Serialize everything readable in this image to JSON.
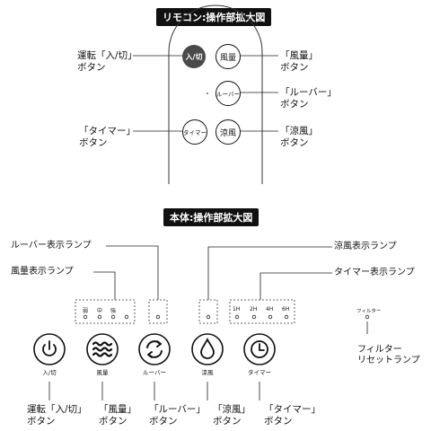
{
  "remote": {
    "header": "リモコン:操作部拡大図",
    "buttons": {
      "power": "入/切",
      "fan": "風量",
      "louver": "ルーバー",
      "timer": "タイマー",
      "cool": "涼風"
    },
    "callouts": {
      "power": [
        "運転「入/切」",
        "ボタン"
      ],
      "fan": [
        "「風量」",
        "ボタン"
      ],
      "louver": [
        "「ルーバー」",
        "ボタン"
      ],
      "timer": [
        "「タイマー」",
        "ボタン"
      ],
      "cool": [
        "「涼風」",
        "ボタン"
      ]
    }
  },
  "body": {
    "header": "本体:操作部拡大図",
    "lamp_labels": {
      "louver": "ルーバー表示ランプ",
      "fan": "風量表示ランプ",
      "cool": "涼風表示ランプ",
      "timer": "タイマー表示ランプ",
      "filter": [
        "フィルター",
        "リセットランプ"
      ]
    },
    "fan_levels": [
      "弱",
      "中",
      "強"
    ],
    "timer_levels": [
      "1H",
      "2H",
      "4H",
      "6H"
    ],
    "filter_small": "フィルター",
    "button_captions": {
      "power": "入/切",
      "fan": "風量",
      "louver": "ルーバー",
      "cool": "涼風",
      "timer": "タイマー"
    },
    "button_callouts": {
      "power": [
        "運転「入/切」",
        "ボタン"
      ],
      "fan": [
        "「風量」",
        "ボタン"
      ],
      "louver": [
        "「ルーバー」",
        "ボタン"
      ],
      "cool": [
        "「涼風」",
        "ボタン"
      ],
      "timer": [
        "「タイマー」",
        "ボタン"
      ]
    }
  },
  "icons": {
    "power": "power-icon",
    "fan": "wind-waves-icon",
    "louver": "rotate-arrows-icon",
    "cool": "droplet-icon",
    "timer": "clock-icon"
  },
  "colors": {
    "header_bg": "#111111",
    "power_remote_button": "#4a4a4a"
  }
}
